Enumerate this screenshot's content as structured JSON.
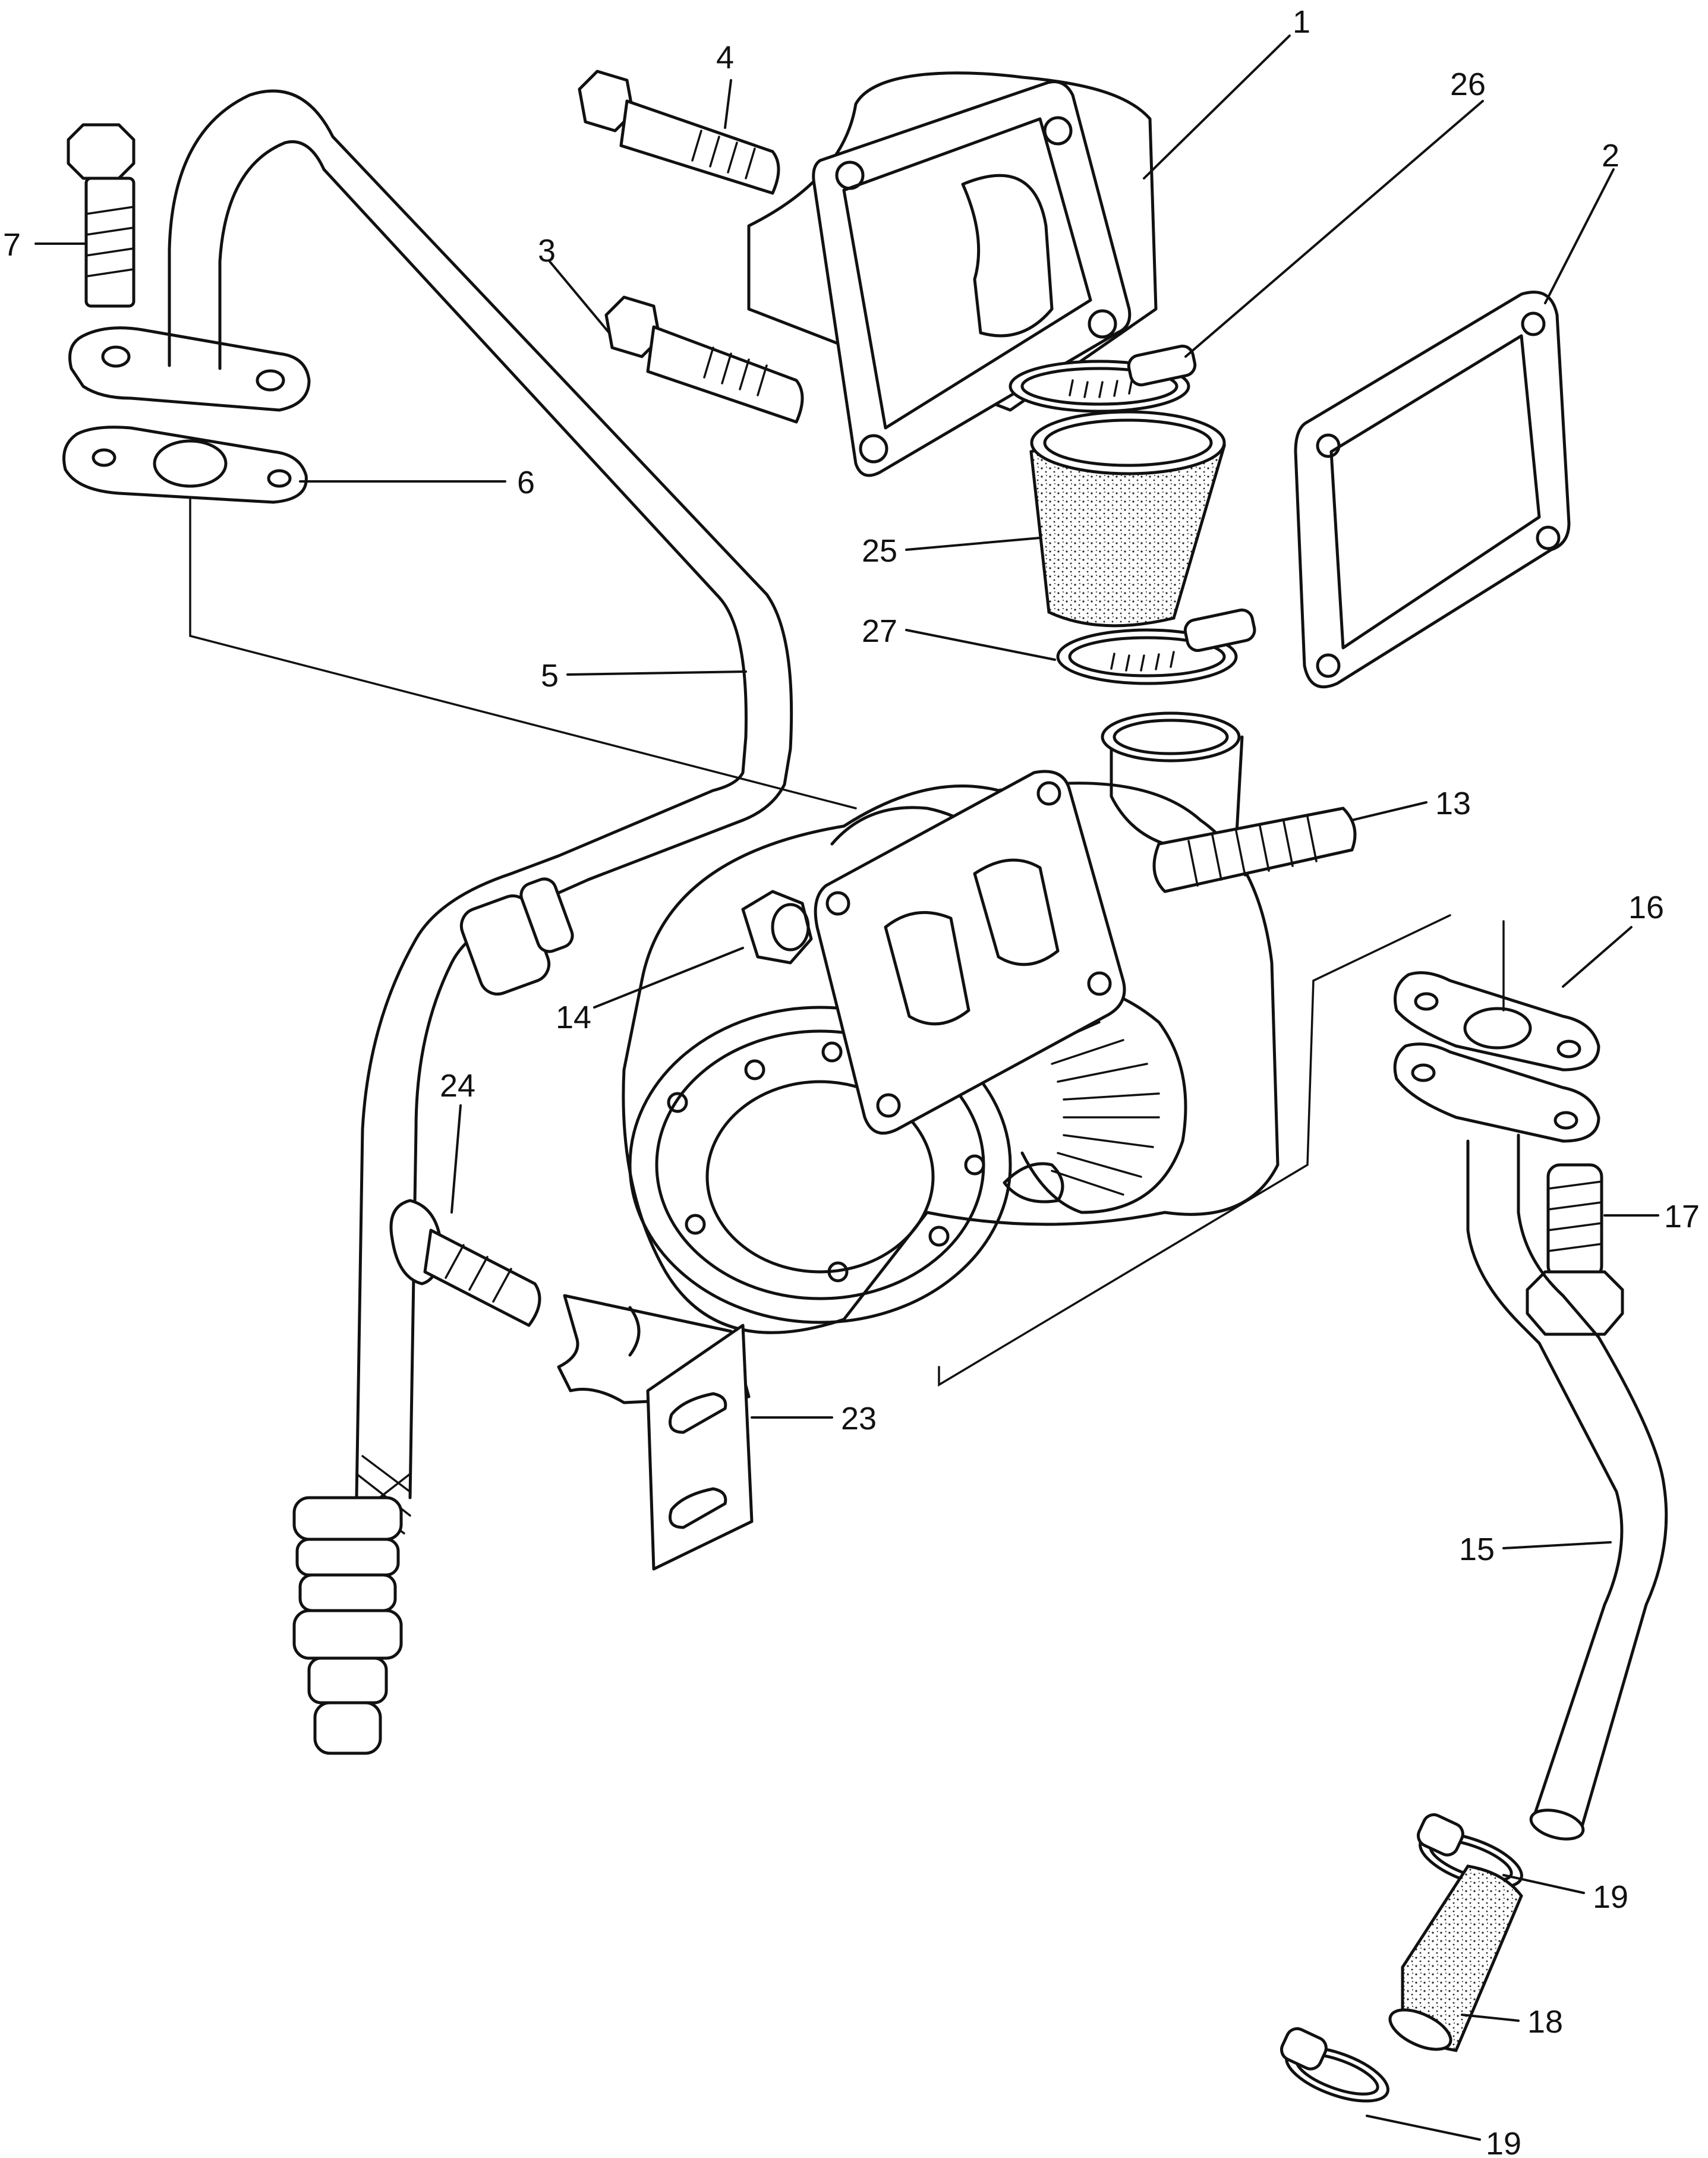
{
  "callouts": [
    {
      "id": "c1",
      "label": "1"
    },
    {
      "id": "c26",
      "label": "26"
    },
    {
      "id": "c2",
      "label": "2"
    },
    {
      "id": "c4",
      "label": "4"
    },
    {
      "id": "c7",
      "label": "7"
    },
    {
      "id": "c3",
      "label": "3"
    },
    {
      "id": "c6",
      "label": "6"
    },
    {
      "id": "c25",
      "label": "25"
    },
    {
      "id": "c27",
      "label": "27"
    },
    {
      "id": "c5",
      "label": "5"
    },
    {
      "id": "c13",
      "label": "13"
    },
    {
      "id": "c16",
      "label": "16"
    },
    {
      "id": "c14",
      "label": "14"
    },
    {
      "id": "c24",
      "label": "24"
    },
    {
      "id": "c17",
      "label": "17"
    },
    {
      "id": "c23",
      "label": "23"
    },
    {
      "id": "c15",
      "label": "15"
    },
    {
      "id": "c19a",
      "label": "19"
    },
    {
      "id": "c18",
      "label": "18"
    },
    {
      "id": "c19b",
      "label": "19"
    }
  ]
}
